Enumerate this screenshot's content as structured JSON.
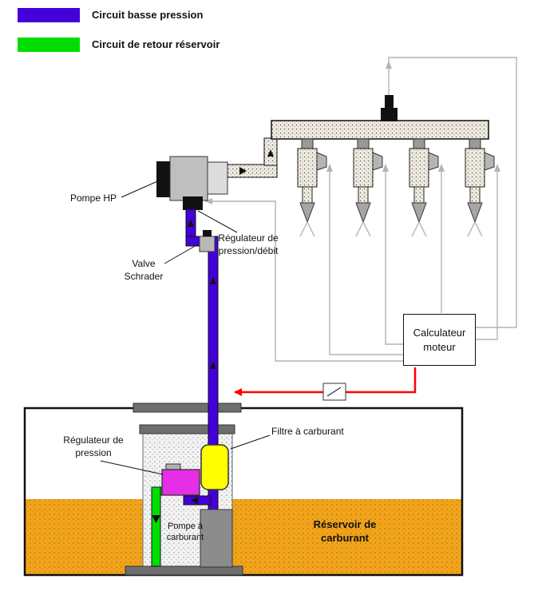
{
  "legend": {
    "items": [
      {
        "label": "Circuit basse pression",
        "color": "#4400d9"
      },
      {
        "label": "Circuit de retour réservoir",
        "color": "#00dd00"
      }
    ]
  },
  "labels": {
    "pompe_hp": "Pompe HP",
    "regulateur_pression_debit": [
      "Régulateur de",
      "pression/débit"
    ],
    "valve_schrader": [
      "Valve",
      "Schrader"
    ],
    "calculateur_moteur": [
      "Calculateur",
      "moteur"
    ],
    "filtre_carburant": "Filtre à carburant",
    "regulateur_pression": [
      "Régulateur de",
      "pression"
    ],
    "pompe_carburant": [
      "Pompe à",
      "carburant"
    ],
    "reservoir_carburant": [
      "Réservoir de",
      "carburant"
    ]
  },
  "colors": {
    "low_pressure_circuit": "#4400d9",
    "return_circuit": "#00dd00",
    "electrical_wire": "#b3b3b3",
    "power_wire": "#ff0000",
    "fuel": "#f2a41d",
    "fuel_filter": "#ffff00",
    "pressure_regulator": "#e62ee6"
  }
}
